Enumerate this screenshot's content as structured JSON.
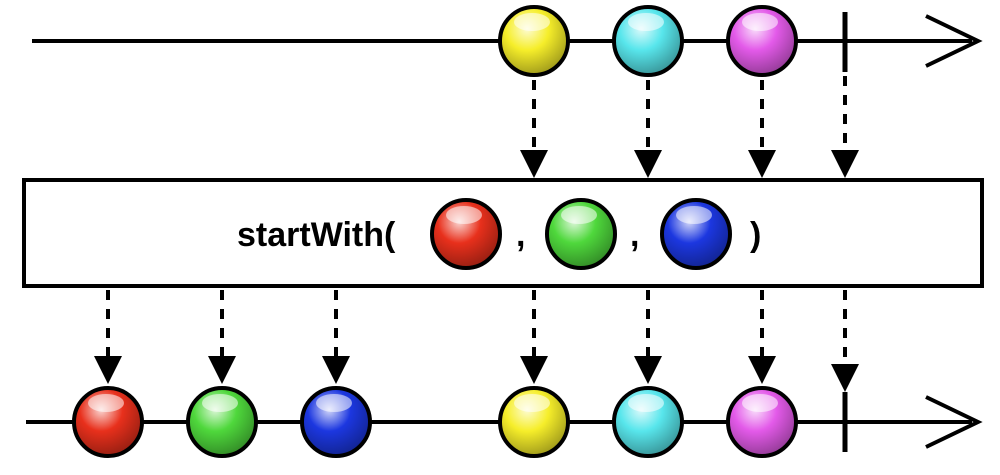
{
  "operator": {
    "name": "startWith(",
    "separator": ",",
    "close": ")",
    "start_items": [
      "red",
      "green",
      "blue"
    ]
  },
  "source": {
    "items": [
      "yellow",
      "cyan",
      "magenta"
    ],
    "completes": true
  },
  "result": {
    "items": [
      "red",
      "green",
      "blue",
      "yellow",
      "cyan",
      "magenta"
    ],
    "completes": true
  },
  "colors": {
    "red": "#e8301c",
    "green": "#4fd83c",
    "blue": "#1c37e0",
    "yellow": "#f6ee2a",
    "cyan": "#58e6ec",
    "magenta": "#e35ae9"
  }
}
